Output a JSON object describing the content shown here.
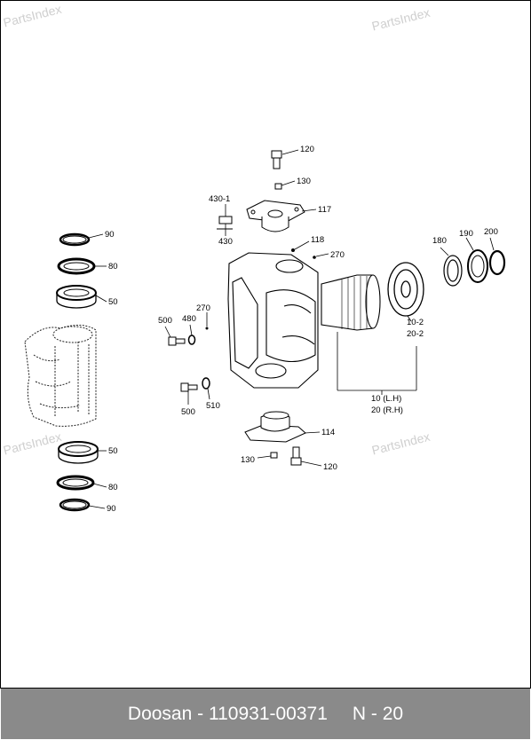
{
  "watermark": "PartsIndex",
  "diagram": {
    "labels": {
      "p120_top": "120",
      "p130_top": "130",
      "p117": "117",
      "p430_1": "430-1",
      "p430": "430",
      "p118": "118",
      "p270_top": "270",
      "p90_top": "90",
      "p80_top": "80",
      "p50_top": "50",
      "p270_left": "270",
      "p500_top": "500",
      "p480": "480",
      "p500_bottom": "500",
      "p510": "510",
      "p180": "180",
      "p190": "190",
      "p200": "200",
      "p10_2": "10-2",
      "p20_2": "20-2",
      "p10_lh": "10 (L.H)",
      "p20_rh": "20 (R.H)",
      "p114": "114",
      "p130_bottom": "130",
      "p120_bottom": "120",
      "p50_bottom": "50",
      "p80_bottom": "80",
      "p90_bottom": "90"
    }
  },
  "footer": {
    "brand": "Doosan",
    "separator": "-",
    "part_number": "110931-00371",
    "page": "N - 20"
  }
}
